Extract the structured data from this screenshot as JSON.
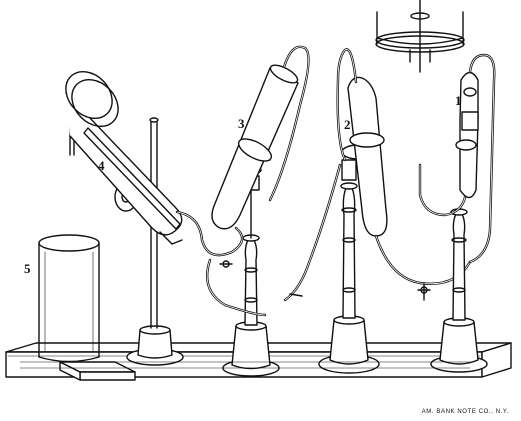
{
  "figure": {
    "labels": [
      "1",
      "2",
      "3",
      "4",
      "5"
    ],
    "credit": "AM. BANK NOTE CO., N.Y."
  },
  "colors": {
    "ink": "#111111",
    "paper": "#ffffff"
  }
}
